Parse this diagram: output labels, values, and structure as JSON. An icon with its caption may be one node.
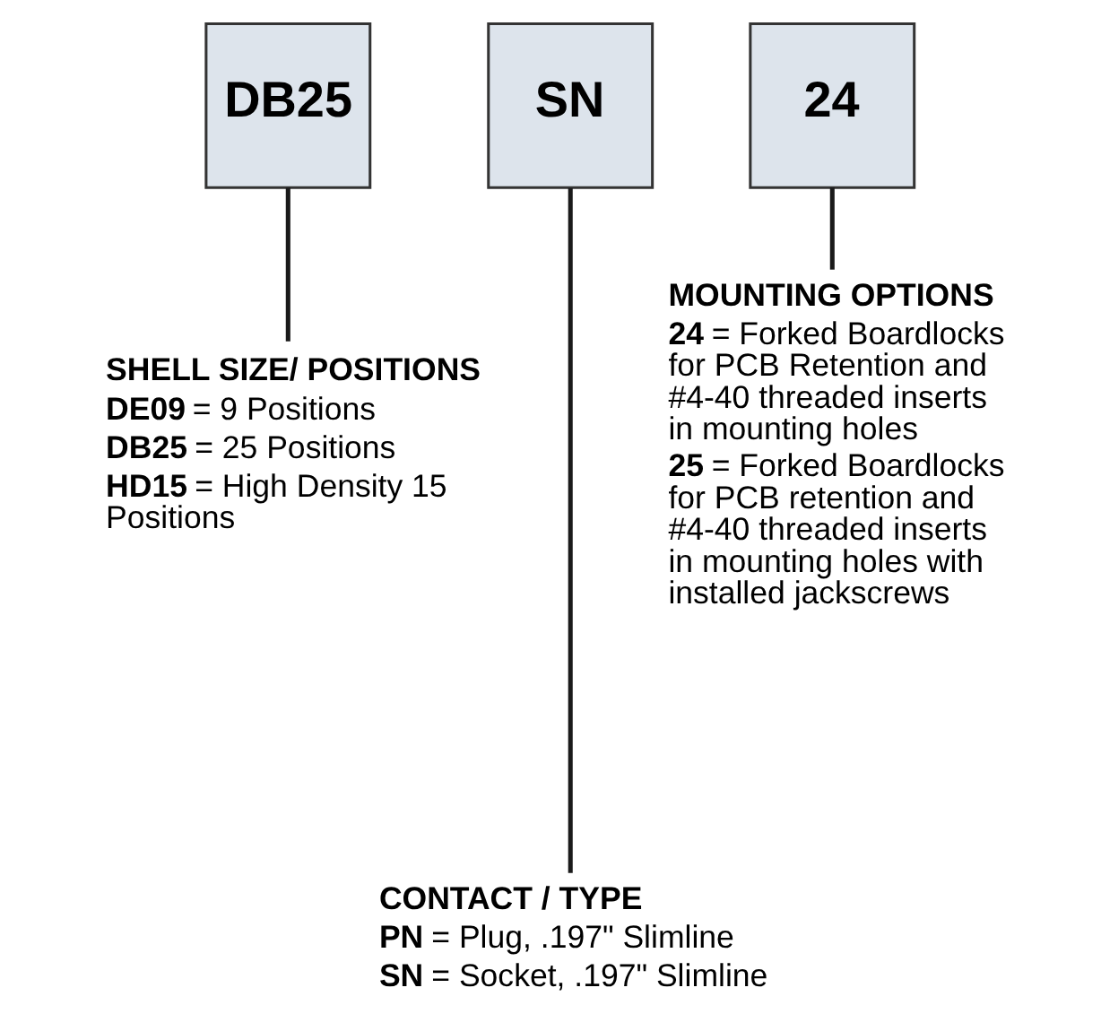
{
  "diagram": {
    "nodes": [
      {
        "text": [
          "DB25"
        ]
      },
      {
        "text": [
          "SN"
        ]
      },
      {
        "text": [
          "24"
        ]
      },
      {
        "text": [
          "SHELL SIZE/ POSITIONS",
          "**DE09** = 9 Positions",
          "**DB25** = 25 Positions",
          "**HD15** = High Density 15 Positions"
        ]
      },
      {
        "text": [
          "MOUNTING OPTIONS",
          "**24** = Forked Boardlocks for PCB Retention and #4-40 threaded inserts in mounting holes",
          "**25** = Forked Boardlocks for PCB retention and #4-40 threaded inserts in mounting holes with installed jackscrews"
        ]
      },
      {
        "text": [
          "CONTACT / TYPE",
          "**PN** = Plug, .197\" Slimline",
          "**SN** = Socket, .197\" Slimline"
        ]
      }
    ],
    "edges": [
      {
        "from": 0,
        "to": 3,
        "arrow": "none"
      },
      {
        "from": 1,
        "to": 5,
        "arrow": "none"
      },
      {
        "from": 2,
        "to": 4,
        "arrow": "none"
      }
    ]
  }
}
